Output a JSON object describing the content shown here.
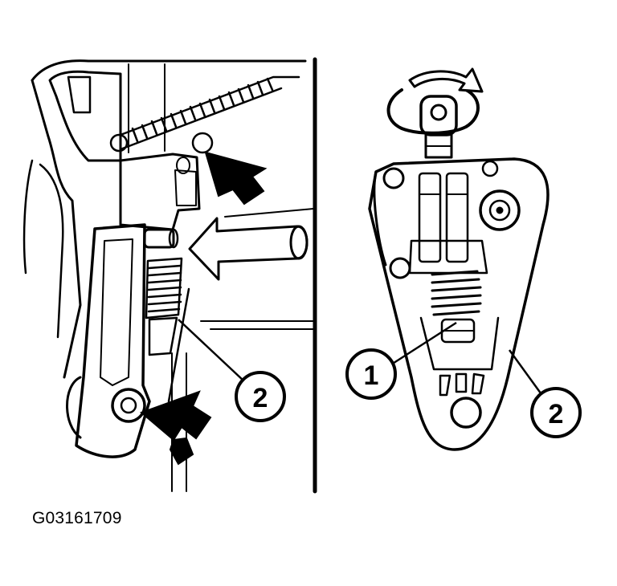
{
  "figure_code": "G03161709",
  "callouts": {
    "left_2": "2",
    "right_1": "1",
    "right_2": "2"
  },
  "icons": [
    "rotation-arrow-icon",
    "pointer-arrow-icon"
  ]
}
